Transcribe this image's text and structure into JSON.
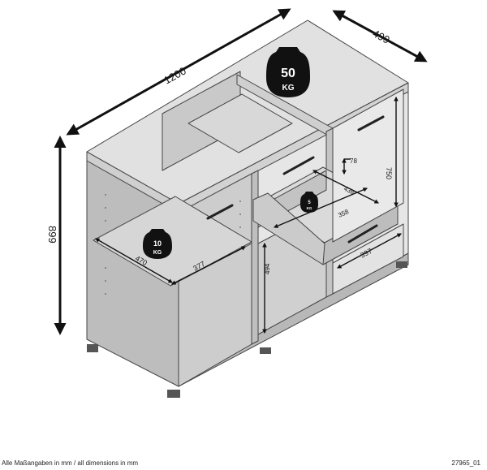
{
  "dimensions": {
    "width": "1200",
    "depth": "499",
    "height": "899",
    "cabinet_height": "750",
    "drawer_inner_height": "78",
    "drawer_width": "438",
    "drawer_depth": "358",
    "door_width": "397",
    "shelf_depth": "470",
    "shelf_width": "377",
    "lower_compartment_height": "494"
  },
  "loads": {
    "top": {
      "value": "50",
      "unit": "KG"
    },
    "drawer": {
      "value": "5",
      "unit": "KG"
    },
    "shelf": {
      "value": "10",
      "unit": "KG"
    }
  },
  "footer": {
    "note": "Alle Maßangaben in mm / all dimensions in mm",
    "code": "27965_01"
  }
}
